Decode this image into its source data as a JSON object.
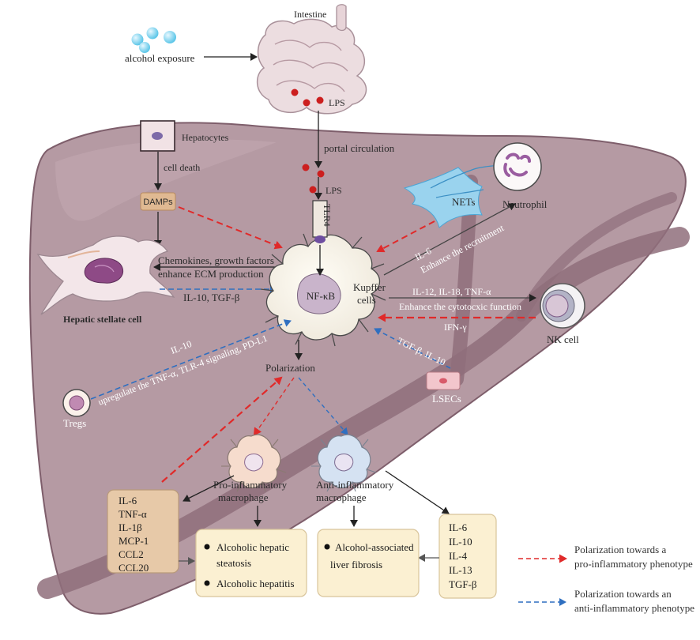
{
  "colors": {
    "liver": "#b59aa3",
    "liver_edge": "#7e5e6b",
    "vessel": "#8f6e7b",
    "pro_arrow": "#e02a2a",
    "anti_arrow": "#2f6fc0",
    "cytokine_box": "#e7c9a8",
    "outcome_box": "#fbf0d2"
  },
  "top": {
    "alcohol_exposure": "alcohol exposure",
    "intestine": "Intestine",
    "lps_gut": "LPS",
    "portal_circulation": "portal circulation",
    "lps_portal": "LPS"
  },
  "cells": {
    "hepatocytes": "Hepatocytes",
    "cell_death": "cell death",
    "damps": "DAMPs",
    "hepatic_stellate_cell": "Hepatic stellate cell",
    "tlr4": "TLR4",
    "nfkb": "NF-κB",
    "kupffer_line1": "Kupffer",
    "kupffer_line2": "cells",
    "nets": "NETs",
    "neutrophil": "Neutrophil",
    "nk_cell": "NK cell",
    "lsecs": "LSECs",
    "tregs": "Tregs",
    "polarization": "Polarization",
    "pro_mac_line1": "Pro-inflammatory",
    "pro_mac_line2": "macrophage",
    "anti_mac_line1": "Anti-inflammatory",
    "anti_mac_line2": "macrophage"
  },
  "interactions": {
    "chemokines": "Chemokines, growth factors",
    "ecm": "enhance ECM production",
    "il10_tgfb": "IL-10, TGF-β",
    "il6": "IL-6",
    "enhance_recruitment": "Enhance the recruitment",
    "nk_cytokines": "IL-12, IL-18, TNF-α",
    "enhance_cytotoxic": "Enhance the cytotocxic function",
    "ifng": "IFN-γ",
    "lsec_cytokines": "TGF-β, IL-10",
    "treg_il10": "IL-10",
    "treg_effect": "upregulate the TNF-α, TLR-4 signaling, PD-L1"
  },
  "pro_cytokines": [
    "IL-6",
    "TNF-α",
    "IL-1β",
    "MCP-1",
    "CCL2",
    "CCL20"
  ],
  "anti_cytokines": [
    "IL-6",
    "IL-10",
    "IL-4",
    "IL-13",
    "TGF-β"
  ],
  "outcomes": {
    "steatosis_line1": "Alcoholic hepatic",
    "steatosis_line2": "steatosis",
    "hepatitis": "Alcoholic hepatitis",
    "fibrosis_line1": "Alcohol-associated",
    "fibrosis_line2": "liver fibrosis"
  },
  "legend": {
    "pro_line1": "Polarization towards a",
    "pro_line2": "pro-inflammatory phenotype",
    "anti_line1": "Polarization towards an",
    "anti_line2": "anti-inflammatory phenotype"
  }
}
